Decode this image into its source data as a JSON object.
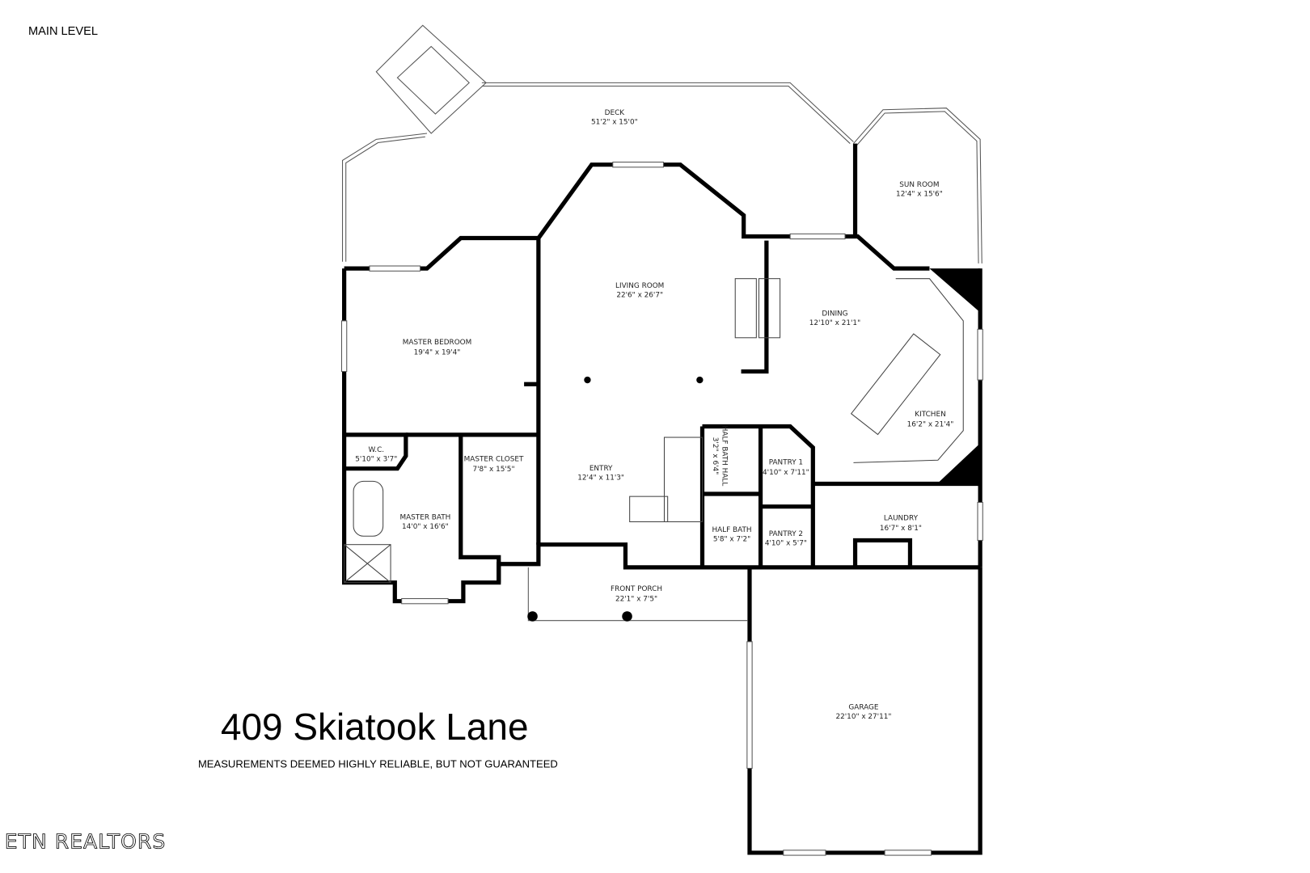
{
  "level_label": "MAIN LEVEL",
  "address": "409 Skiatook Lane",
  "disclaimer": "MEASUREMENTS DEEMED HIGHLY RELIABLE, BUT NOT GUARANTEED",
  "brand": "ETN REALTORS",
  "rooms": {
    "deck": {
      "name": "DECK",
      "size": "51'2\" x 15'0\""
    },
    "sun_room": {
      "name": "SUN ROOM",
      "size": "12'4\" x 15'6\""
    },
    "living_room": {
      "name": "LIVING ROOM",
      "size": "22'6\" x 26'7\""
    },
    "master_bedroom": {
      "name": "MASTER BEDROOM",
      "size": "19'4\" x 19'4\""
    },
    "dining": {
      "name": "DINING",
      "size": "12'10\" x 21'1\""
    },
    "kitchen": {
      "name": "KITCHEN",
      "size": "16'2\" x 21'4\""
    },
    "wc": {
      "name": "W.C.",
      "size": "5'10\" x 3'7\""
    },
    "master_closet": {
      "name": "MASTER CLOSET",
      "size": "7'8\" x 15'5\""
    },
    "entry": {
      "name": "ENTRY",
      "size": "12'4\" x 11'3\""
    },
    "half_bath_hall": {
      "name": "HALF BATH HALL",
      "size": "3'2\" x 6'4\""
    },
    "pantry_1": {
      "name": "PANTRY 1",
      "size": "4'10\" x 7'11\""
    },
    "master_bath": {
      "name": "MASTER BATH",
      "size": "14'0\" x 16'6\""
    },
    "half_bath": {
      "name": "HALF BATH",
      "size": "5'8\" x 7'2\""
    },
    "pantry_2": {
      "name": "PANTRY 2",
      "size": "4'10\" x 5'7\""
    },
    "laundry": {
      "name": "LAUNDRY",
      "size": "16'7\" x 8'1\""
    },
    "front_porch": {
      "name": "FRONT PORCH",
      "size": "22'1\" x 7'5\""
    },
    "garage": {
      "name": "GARAGE",
      "size": "22'10\" x 27'11\""
    }
  }
}
